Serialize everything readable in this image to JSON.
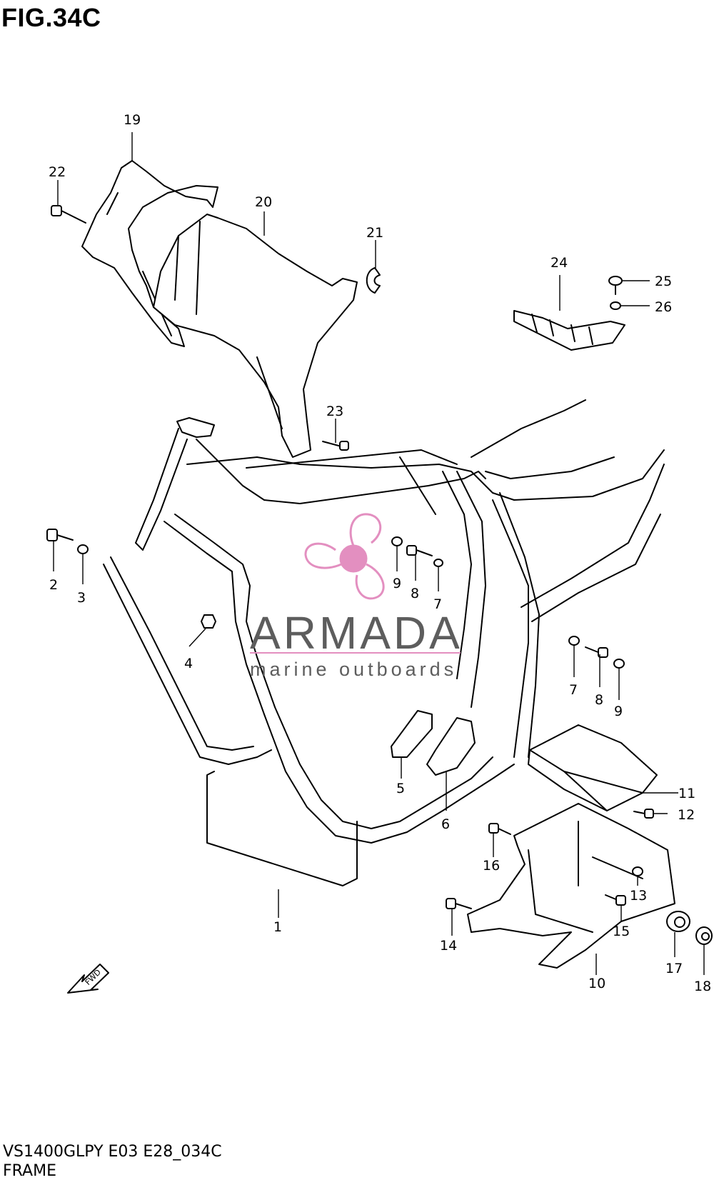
{
  "figure": {
    "title": "FIG.34C"
  },
  "footer": {
    "model_code": "VS1400GLPY E03 E28_034C",
    "section_name": "FRAME"
  },
  "watermark": {
    "brand": "ARMADA",
    "tagline": "marine outboards",
    "logo_color": "#e38fc0",
    "text_color": "#5d5d5d"
  },
  "fwd_label": "FWD",
  "callouts": {
    "c1": "1",
    "c2": "2",
    "c3": "3",
    "c4": "4",
    "c5": "5",
    "c6": "6",
    "c7a": "7",
    "c7b": "7",
    "c8a": "8",
    "c8b": "8",
    "c9a": "9",
    "c9b": "9",
    "c10": "10",
    "c11": "11",
    "c12": "12",
    "c13": "13",
    "c14": "14",
    "c15": "15",
    "c16": "16",
    "c17": "17",
    "c18": "18",
    "c19": "19",
    "c20": "20",
    "c21": "21",
    "c22": "22",
    "c23": "23",
    "c24": "24",
    "c25": "25",
    "c26": "26"
  }
}
